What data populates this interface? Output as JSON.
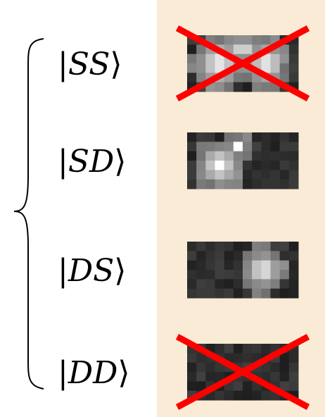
{
  "panel": {
    "background": "#faebd7"
  },
  "cross_color": "#ff0000",
  "states": [
    {
      "label": "SS",
      "crossed": true
    },
    {
      "label": "SD",
      "crossed": false
    },
    {
      "label": "DS",
      "crossed": false
    },
    {
      "label": "DD",
      "crossed": true
    }
  ]
}
